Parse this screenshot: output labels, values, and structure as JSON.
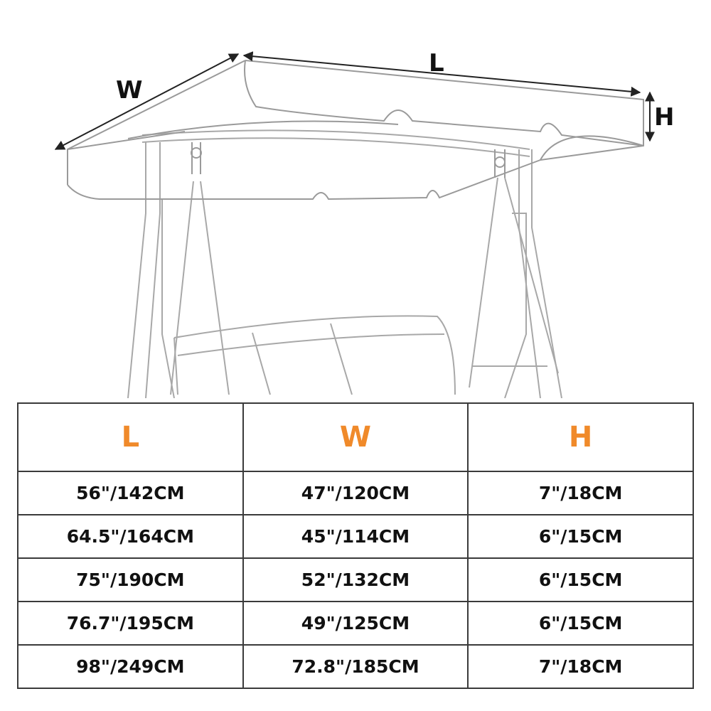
{
  "diagram": {
    "dimension_labels": {
      "length": "L",
      "width": "W",
      "height": "H"
    }
  },
  "table": {
    "headers": [
      "L",
      "W",
      "H"
    ],
    "rows": [
      [
        "56\"/142CM",
        "47\"/120CM",
        "7\"/18CM"
      ],
      [
        "64.5\"/164CM",
        "45\"/114CM",
        "6\"/15CM"
      ],
      [
        "75\"/190CM",
        "52\"/132CM",
        "6\"/15CM"
      ],
      [
        "76.7\"/195CM",
        "49\"/125CM",
        "6\"/15CM"
      ],
      [
        "98\"/249CM",
        "72.8\"/185CM",
        "7\"/18CM"
      ]
    ]
  },
  "colors": {
    "header_text": "#f08a2a",
    "body_text": "#111111",
    "grid_line": "#3a3a3a",
    "sketch_line": "#9a9a9a"
  }
}
